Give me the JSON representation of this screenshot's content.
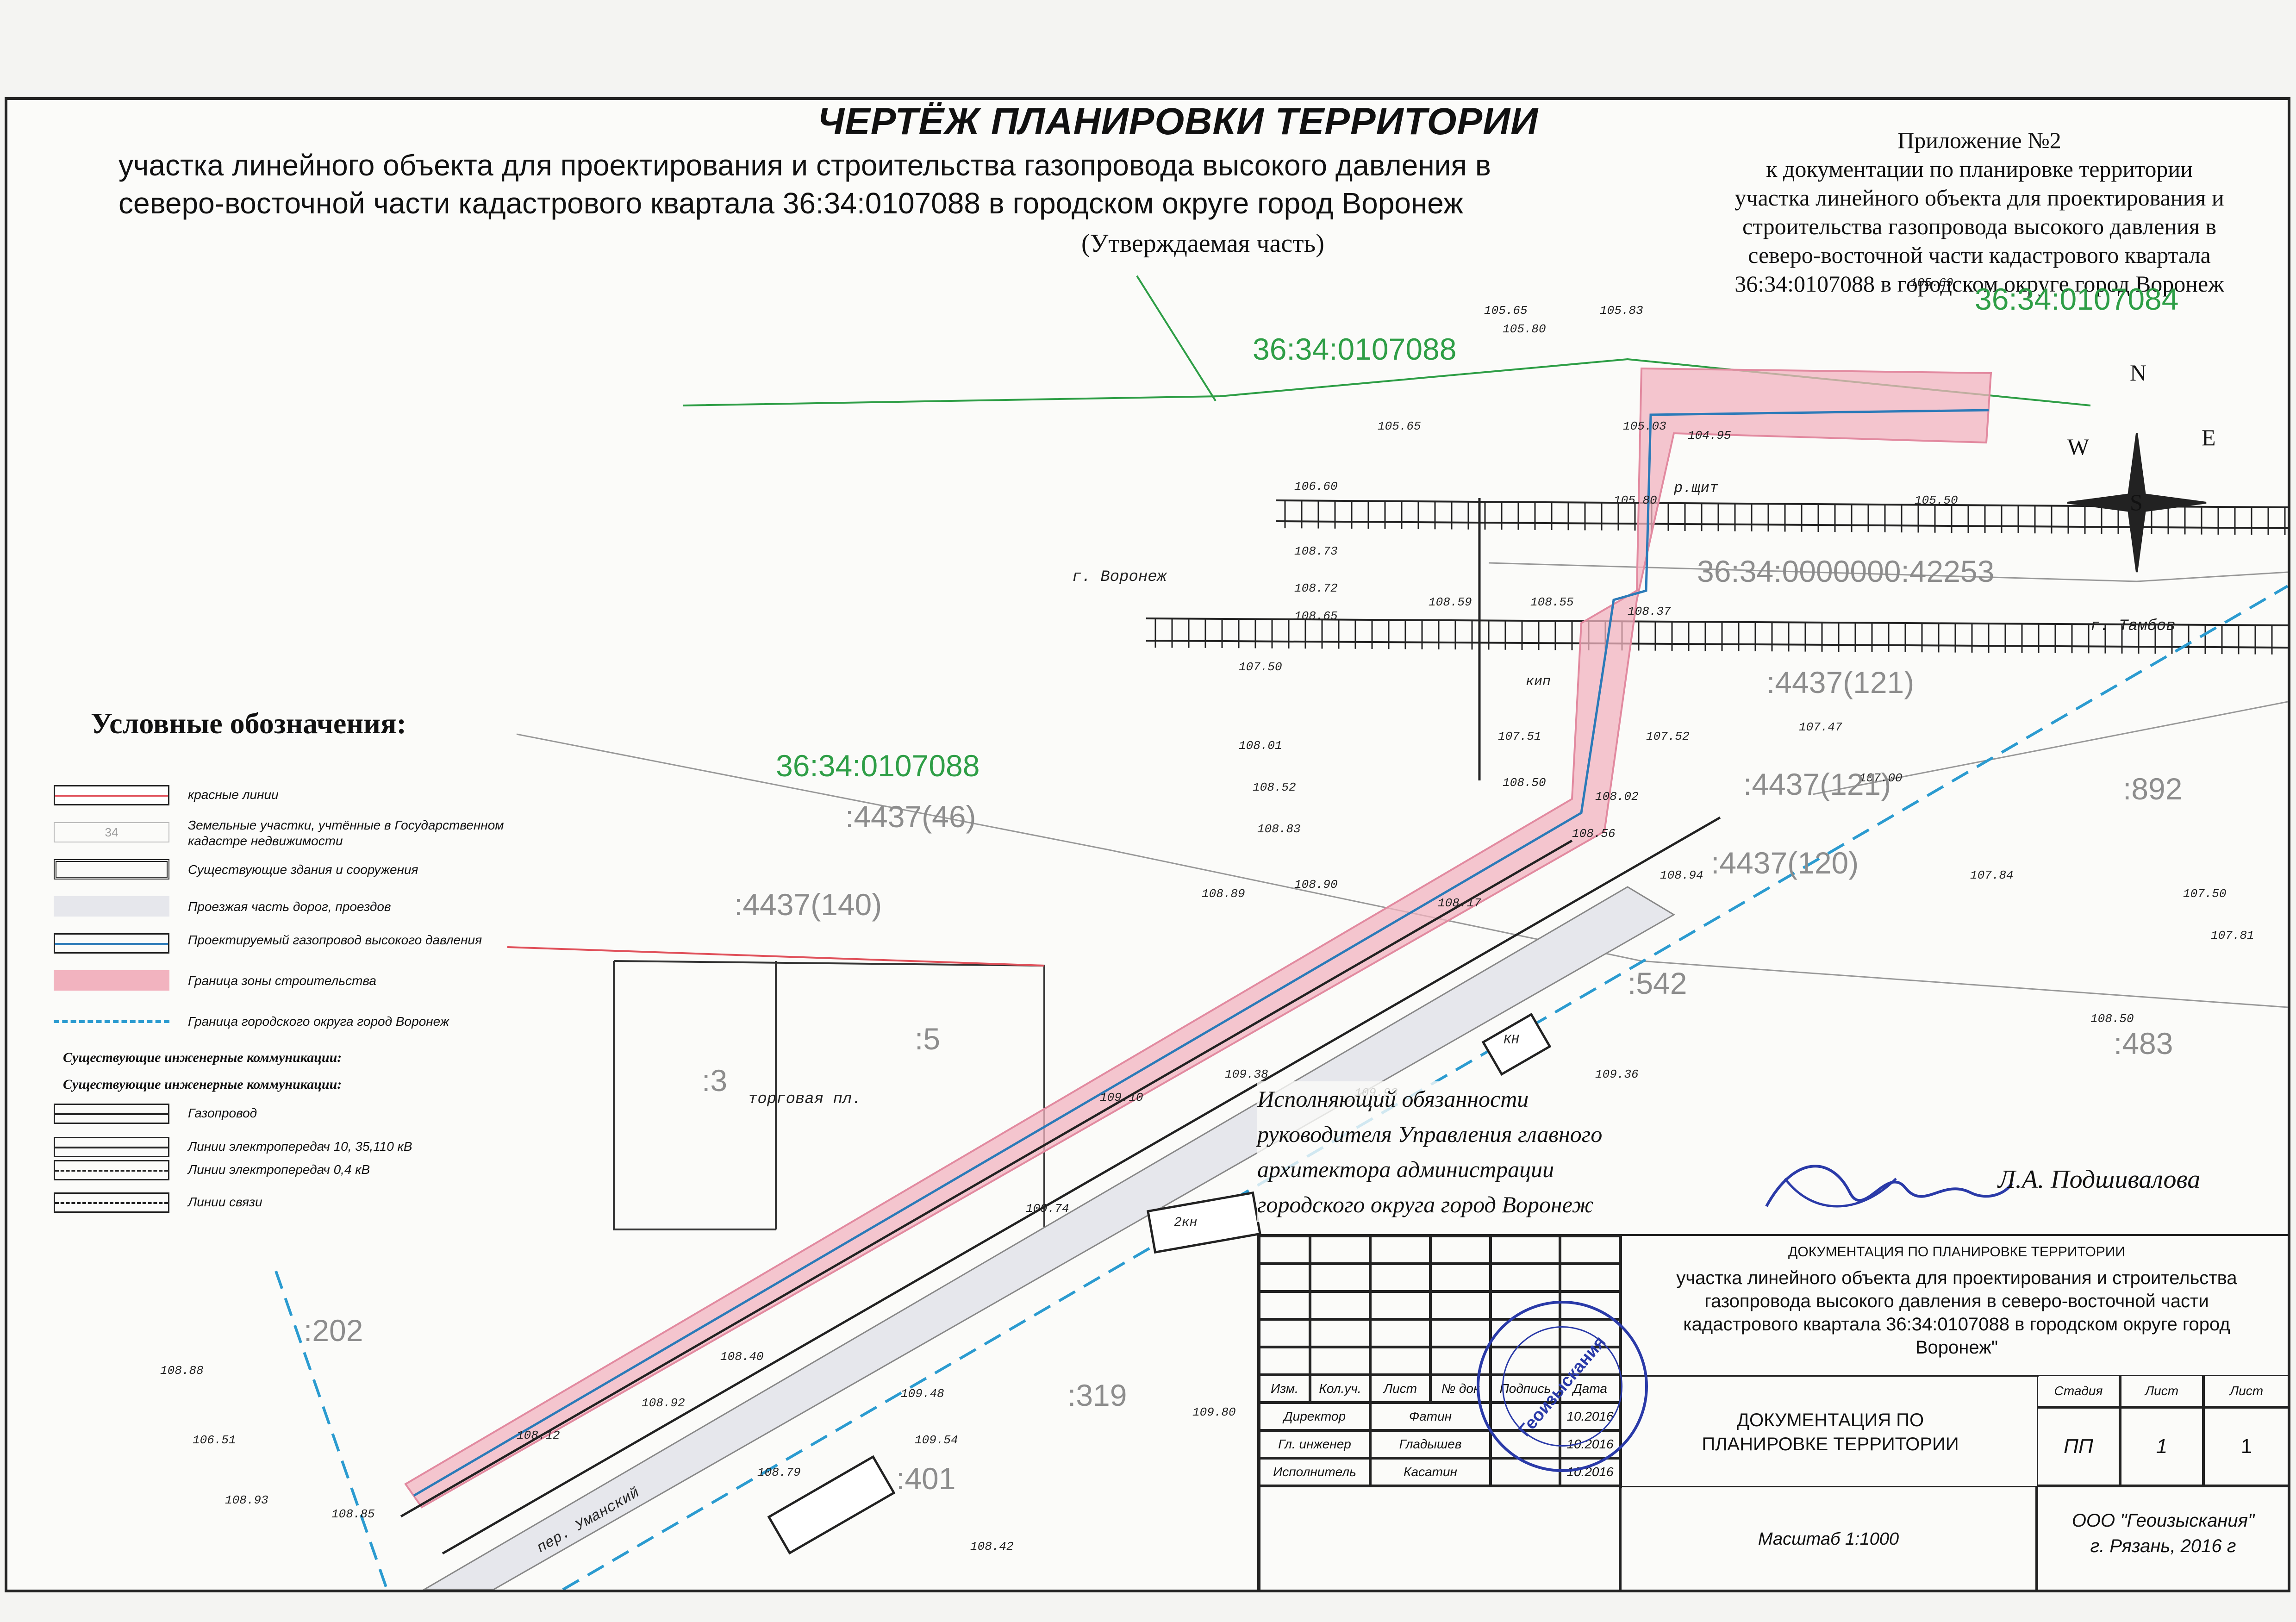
{
  "header": {
    "title": "ЧЕРТЁЖ ПЛАНИРОВКИ ТЕРРИТОРИИ",
    "subtitle_line1": "участка линейного объекта для проектирования и строительства газопровода высокого давления в",
    "subtitle_line2": "северо-восточной части кадастрового квартала 36:34:0107088 в городском округе город Воронеж",
    "approved_part": "(Утверждаемая часть)"
  },
  "appendix": {
    "line1": "Приложение №2",
    "line2": "к документации по планировке территории",
    "line3": "участка линейного объекта для проектирования и",
    "line4": "строительства газопровода высокого давления в",
    "line5": "северо-восточной части кадастрового квартала",
    "line6": "36:34:0107088 в городском округе город Воронеж"
  },
  "legend": {
    "title": "Условные обозначения:",
    "items": [
      {
        "label": "красные линии"
      },
      {
        "label": "Земельные участки, учтённые в Государственном кадастре недвижимости",
        "sample": "34"
      },
      {
        "label": "Существующие здания и сооружения"
      },
      {
        "label": "Проезжая часть дорог, проездов"
      },
      {
        "label": "Проектируемый газопровод высокого давления"
      },
      {
        "label": "Граница зоны строительства"
      },
      {
        "label": "Граница городского округа город Воронеж"
      }
    ],
    "utilities_title_1": "Существующие инженерные коммуникации:",
    "utilities_title_2": "Существующие инженерные коммуникации:",
    "utilities": [
      {
        "label": "Газопровод"
      },
      {
        "label": "Линии электропередач  10, 35,110  кВ"
      },
      {
        "label": "Линии электропередач 0,4 кВ"
      },
      {
        "label": "Линии связи"
      }
    ]
  },
  "map": {
    "cadastral": [
      {
        "text": "36:34:0107088",
        "color": "green"
      },
      {
        "text": "36:34:0107084",
        "color": "green"
      },
      {
        "text": "36:34:0107088",
        "color": "green"
      },
      {
        "text": ":4437(46)",
        "color": "gray"
      },
      {
        "text": ":4437(140)",
        "color": "gray"
      },
      {
        "text": "36:34:0000000:42253",
        "color": "gray"
      },
      {
        "text": ":4437(121)",
        "color": "gray"
      },
      {
        "text": ":4437(121)",
        "color": "gray"
      },
      {
        "text": ":4437(120)",
        "color": "gray"
      },
      {
        "text": ":542",
        "color": "gray"
      },
      {
        "text": ":5",
        "color": "gray"
      },
      {
        "text": ":3",
        "color": "gray"
      },
      {
        "text": ":202",
        "color": "gray"
      },
      {
        "text": ":319",
        "color": "gray"
      },
      {
        "text": ":401",
        "color": "gray"
      },
      {
        "text": ":483",
        "color": "gray"
      },
      {
        "text": ":892",
        "color": "gray"
      }
    ],
    "place_labels": [
      "г. Воронеж",
      "г. Тамбов",
      "торговая пл.",
      "пер. Уманский",
      "р.щит",
      "кип",
      "КН",
      "2кн"
    ],
    "compass": {
      "n": "N",
      "s": "S",
      "e": "E",
      "w": "W"
    },
    "elevations": [
      "105.80",
      "105.65",
      "105.83",
      "105.69",
      "105.03",
      "104.95",
      "105.65",
      "106.60",
      "105.80",
      "105.50",
      "108.73",
      "108.72",
      "108.65",
      "108.59",
      "108.55",
      "108.37",
      "107.50",
      "107.51",
      "107.52",
      "107.47",
      "108.01",
      "108.52",
      "108.50",
      "108.02",
      "108.56",
      "108.83",
      "108.89",
      "108.90",
      "108.94",
      "108.17",
      "109.10",
      "109.93",
      "109.38",
      "109.36",
      "109.74",
      "108.40",
      "108.92",
      "108.88",
      "108.12",
      "108.85",
      "108.93",
      "106.51",
      "108.79",
      "109.48",
      "109.54",
      "109.80",
      "108.42",
      "107.00",
      "107.50",
      "108.50",
      "107.81",
      "107.84"
    ]
  },
  "approval": {
    "line1": "Исполняющий обязанности",
    "line2": "руководителя Управления главного",
    "line3": "архитектора  администрации",
    "line4": "городского округа город Воронеж",
    "signatory": "Л.А. Подшивалова"
  },
  "title_block": {
    "doc_header": "ДОКУМЕНТАЦИЯ ПО ПЛАНИРОВКЕ ТЕРРИТОРИИ",
    "doc_desc": "участка линейного объекта для проектирования и строительства газопровода высокого давления в северо-восточной части кадастрового квартала 36:34:0107088 в городском округе город Воронеж\"",
    "columns": [
      "Изм.",
      "Кол.уч.",
      "Лист",
      "№ док",
      "Подпись",
      "Дата"
    ],
    "rows": [
      {
        "role": "Директор",
        "name": "Фатин",
        "date": "10.2016"
      },
      {
        "role": "Гл. инженер",
        "name": "Гладышев",
        "date": "10.2016"
      },
      {
        "role": "Исполнитель",
        "name": "Касатин",
        "date": "10.2016"
      }
    ],
    "doc_title": "ДОКУМЕНТАЦИЯ ПО ПЛАНИРОВКЕ ТЕРРИТОРИИ",
    "stage_label": "Стадия",
    "sheet_label": "Лист",
    "sheets_label": "Лист",
    "stage": "ПП",
    "sheet": "1",
    "sheets": "1",
    "scale": "Масштаб 1:1000",
    "company": "ООО \"Геоизыскания\"",
    "city_year": "г. Рязань,  2016 г",
    "stamp_text": "Геоизыскания"
  },
  "colors": {
    "red_line": "#e0505a",
    "zone": "#f2b3bf",
    "gas": "#2b7ab8",
    "green": "#2e9e46",
    "gray": "#8d8d8d"
  }
}
